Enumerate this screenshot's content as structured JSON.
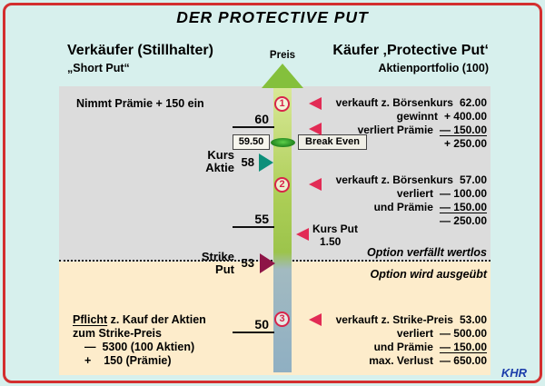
{
  "title": "DER PROTECTIVE PUT",
  "colors": {
    "background": "#d7f0ed",
    "frame_red": "#d32f2f",
    "zone_gray": "#dcdcdc",
    "zone_cream": "#fdeccb",
    "marker_red": "#e22b55",
    "marker_teal": "#0d8f7a",
    "marker_maroon": "#8e1547",
    "arrow_green": "#84c03c",
    "arrow_blue_gray": "#8fafc2",
    "break_even_green": "#2c9327",
    "signature_blue": "#1b3caa"
  },
  "header": {
    "left": {
      "title": "Verkäufer (Stillhalter)",
      "subtitle": "„Short Put“"
    },
    "right": {
      "title": "Käufer ‚Protective Put‘",
      "subtitle": "Aktienportfolio (100)"
    }
  },
  "axis": {
    "label": "Preis",
    "tick_60": "60",
    "tick_55": "55",
    "tick_50": "50",
    "break_even_price": "59.50",
    "break_even_label": "Break Even",
    "stock_price": "58",
    "stock_label_1": "Kurs",
    "stock_label_2": "Aktie",
    "strike_price": "53",
    "strike_label_1": "Strike",
    "strike_label_2": "Put",
    "put_label": "Kurs Put",
    "put_value": "1.50"
  },
  "steps": {
    "one": "1",
    "two": "2",
    "three": "3"
  },
  "left_notes": {
    "premium": "Nimmt Prämie + 150 ein",
    "duty_word": "Pflicht",
    "duty_rest": " z. Kauf der Aktien",
    "duty_line2": "zum Strike-Preis",
    "duty_line3": "—  5300 (100 Aktien)",
    "duty_line4": "+    150 (Prämie)"
  },
  "right_blocks": {
    "block1": {
      "rows": [
        {
          "label": "verkauft z. Börsenkurs",
          "value": "62.00"
        },
        {
          "label": "gewinnt",
          "value": "+ 400.00"
        },
        {
          "label": "verliert Prämie",
          "value": "— 150.00"
        },
        {
          "label": "",
          "value": "+ 250.00"
        }
      ]
    },
    "block2": {
      "rows": [
        {
          "label": "verkauft z. Börsenkurs",
          "value": "57.00"
        },
        {
          "label": "verliert",
          "value": "— 100.00"
        },
        {
          "label": "und Prämie",
          "value": "— 150.00"
        },
        {
          "label": "",
          "value": "— 250.00"
        }
      ]
    },
    "block3": {
      "rows": [
        {
          "label": "verkauft z. Strike-Preis",
          "value": "53.00"
        },
        {
          "label": "verliert",
          "value": "— 500.00"
        },
        {
          "label": "und Prämie",
          "value": "— 150.00"
        },
        {
          "label": "max. Verlust",
          "value": "— 650.00"
        }
      ]
    }
  },
  "status": {
    "expires": "Option verfällt wertlos",
    "exercised": "Option wird ausgeübt"
  },
  "signature": "KHR"
}
